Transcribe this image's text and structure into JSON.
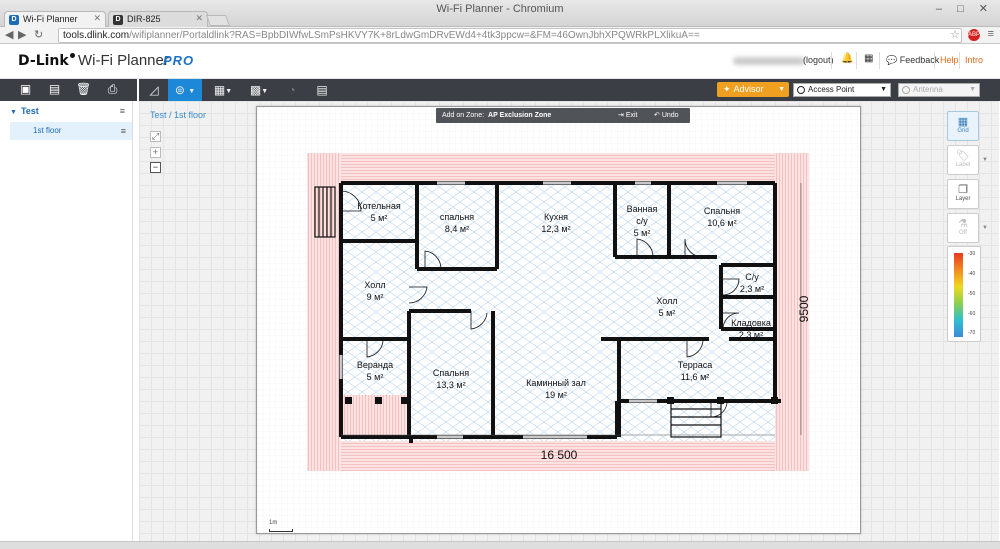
{
  "browser": {
    "window_title": "Wi-Fi Planner - Chromium",
    "tabs": [
      {
        "label": "Wi-Fi Planner",
        "favicon": "D"
      },
      {
        "label": "DIR-825",
        "favicon": "D"
      }
    ],
    "url_domain": "tools.dlink.com",
    "url_path": "/wifiplanner/Portaldlink?RAS=BpbDIWfwLSmPsHKVY7K+8rLdwGmDRvEWd4+4tk3ppcw=&FM=46OwnJbhXPQWRkPLXlikuA=="
  },
  "header": {
    "brand": "D-Link",
    "product": "Wi-Fi Planner",
    "edition": "PRO",
    "logout_label": "(logout)",
    "feedback_label": "Feedback",
    "help_label": "Help",
    "intro_label": "Intro"
  },
  "toolbar": {
    "advisor_label": "Advisor",
    "access_point_label": "Access Point",
    "antenna_label": "Antenna",
    "icons": [
      "measure-icon",
      "wifi-icon",
      "layout-icon",
      "pattern-icon",
      "signal-icon",
      "document-icon"
    ]
  },
  "sidebar": {
    "toolbar_icons": [
      "add-folder-icon",
      "map-icon",
      "trash-icon",
      "export-icon"
    ],
    "project": "Test",
    "floors": [
      "1st floor"
    ]
  },
  "canvas": {
    "breadcrumb": "Test / 1st floor",
    "add_on_zone_label": "Add on Zone:",
    "zone_type": "AP Exclusion Zone",
    "exit_label": "Exit",
    "undo_label": "Undo",
    "scale_label": "1m"
  },
  "floorplan": {
    "rooms": [
      {
        "name": "Котельная",
        "area": "5 м²"
      },
      {
        "name": "спальня",
        "area": "8,4 м²"
      },
      {
        "name": "Кухня",
        "area": "12,3 м²"
      },
      {
        "name": "Ванная",
        "name2": "с/у",
        "area": "5 м²"
      },
      {
        "name": "Спальня",
        "area": "10,6 м²"
      },
      {
        "name": "Холл",
        "area": "9 м²"
      },
      {
        "name": "С/у",
        "area": "2,3 м²"
      },
      {
        "name": "Холл",
        "area": "5 м²"
      },
      {
        "name": "Кладовка",
        "area": "2,3 м²"
      },
      {
        "name": "Веранда",
        "area": "5 м²"
      },
      {
        "name": "Спальня",
        "area": "13,3 м²"
      },
      {
        "name": "Каминный зал",
        "area": "19 м²"
      },
      {
        "name": "Терраса",
        "area": "11,6 м²"
      }
    ],
    "dim_width": "16 500",
    "dim_height": "9500"
  },
  "right_panel": {
    "grid_label": "Grid",
    "label_label": "Label",
    "layer_label": "Layer",
    "off_label": "Off",
    "legend_values": [
      "-30",
      "-40",
      "-50",
      "-60",
      "-70"
    ]
  }
}
